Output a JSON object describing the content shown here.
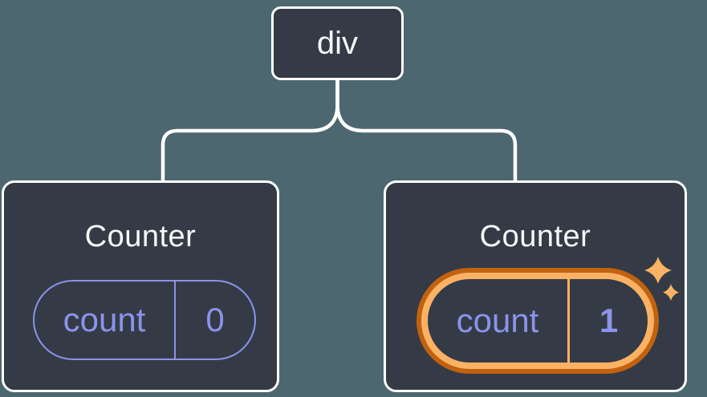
{
  "diagram": {
    "description": "Component tree: div root with two Counter children holding count state",
    "root": {
      "label": "div"
    },
    "counters": [
      {
        "title": "Counter",
        "state_key": "count",
        "state_value": "0",
        "highlighted": false
      },
      {
        "title": "Counter",
        "state_key": "count",
        "state_value": "1",
        "highlighted": true
      }
    ]
  },
  "colors": {
    "background": "#4C676F",
    "node_fill": "#343B46",
    "node_border": "#FFFFFF",
    "text_primary": "#F6F7F9",
    "state_accent_purple": "#8B93EB",
    "highlight_orange": "#FBB264",
    "highlight_orange_dark": "#C2620F",
    "connector": "#FFFFFF"
  }
}
